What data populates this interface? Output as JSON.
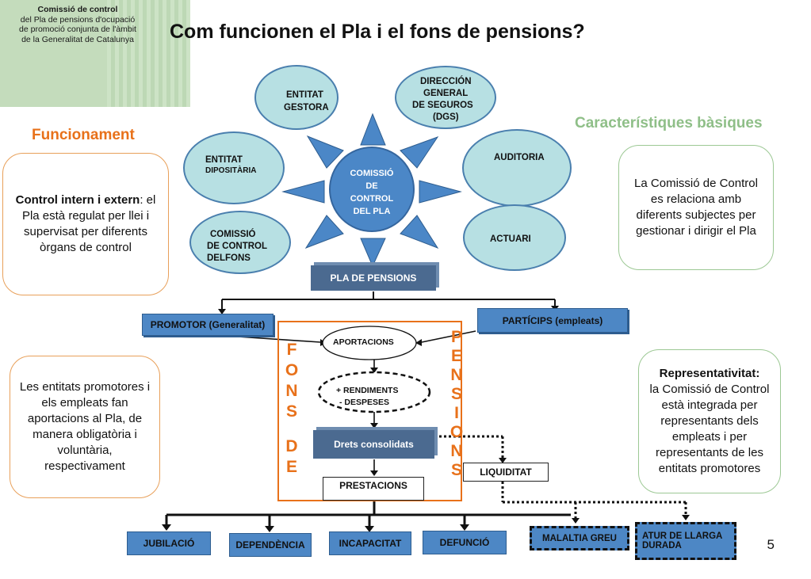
{
  "header": {
    "org_line1": "Comissió de control",
    "org_line2": "del Pla de pensions d'ocupació",
    "org_line3": "de promoció conjunta de l'àmbit",
    "org_line4": "de la Generalitat de Catalunya",
    "title": "Com funcionen el Pla i el fons de pensions?"
  },
  "left": {
    "heading": "Funcionament",
    "box1_bold": "Control intern i extern",
    "box1_text": "el Pla està regulat per llei i supervisat per diferents òrgans de control",
    "box2_text": "Les entitats promotores i els empleats fan aportacions al Pla, de manera obligatòria i voluntària, respectivament"
  },
  "right": {
    "heading": "Característiques bàsiques",
    "box1_text": "La Comissió de Control es relaciona amb diferents subjectes per gestionar i dirigir el Pla",
    "box2_bold": "Representativitat:",
    "box2_text": "la Comissió de Control està integrada per representants dels empleats i per representants de les entitats promotores"
  },
  "ovals": {
    "gestora": [
      "ENTITAT",
      "GESTORA"
    ],
    "dgs": [
      "DIRECCIÓN",
      "GENERAL",
      "DE SEGUROS",
      "(DGS)"
    ],
    "dipositaria": [
      "ENTITAT",
      "DIPOSITÀRIA"
    ],
    "auditoria": [
      "AUDITORIA"
    ],
    "comissio_fons": [
      "COMISSIÓ",
      "DE CONTROL",
      "DELFONS"
    ],
    "actuari": [
      "ACTUARI"
    ],
    "center": [
      "COMISSIÓ",
      "DE",
      "CONTROL",
      "DEL  PLA"
    ]
  },
  "flow": {
    "pla_de_pensions": "PLA DE PENSIONS",
    "promotor": "PROMOTOR (Generalitat)",
    "particips": "PARTÍCIPS (empleats)",
    "aportacions": "APORTACIONS",
    "rendiments1": "+ RENDIMENTS",
    "rendiments2": "- DESPESES",
    "drets": "Drets consolidats",
    "prestacions": "PRESTACIONS",
    "liquiditat": "LIQUIDITAT",
    "fons_letters": [
      "F",
      "O",
      "N",
      "S",
      "",
      "D",
      "E"
    ],
    "pensions_letters": [
      "P",
      "E",
      "N",
      "S",
      "I",
      "O",
      "N",
      "S"
    ]
  },
  "outcomes": {
    "jubilacio": "JUBILACIÓ",
    "dependencia": "DEPENDÈNCIA",
    "incapacitat": "INCAPACITAT",
    "defuncio": "DEFUNCIÓ",
    "malaltia": "MALALTIA GREU",
    "atur1": "ATUR DE LLARGA",
    "atur2": "DURADA"
  },
  "page_number": "5",
  "colors": {
    "orange": "#e8711a",
    "green_heading": "#8fbf88",
    "oval_fill": "#b7e0e3",
    "blue": "#4d87c5"
  }
}
